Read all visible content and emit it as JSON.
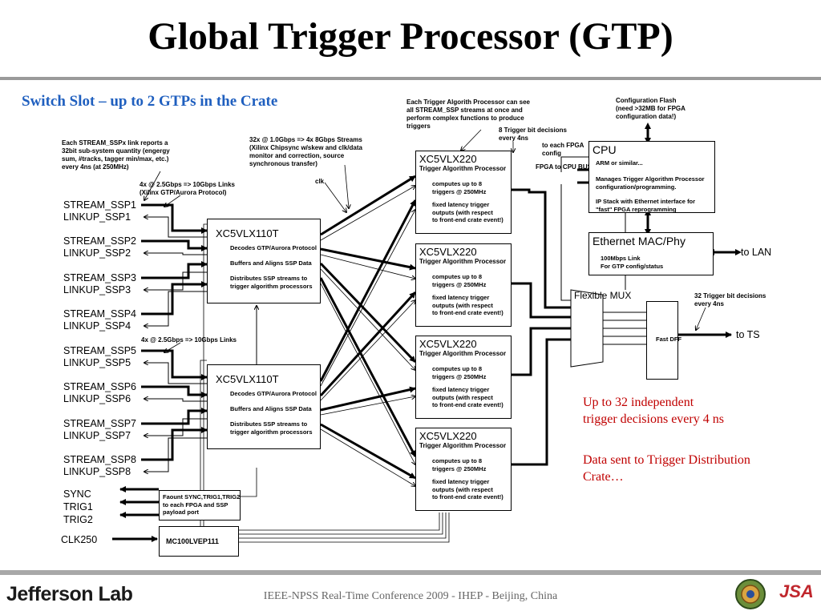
{
  "title": "Global Trigger Processor (GTP)",
  "subtitle": "Switch Slot – up to 2 GTPs in the Crate",
  "notes": {
    "stream_ssp": "Each STREAM_SSPx link reports a\n32bit sub-system quantity (engergy\nsum, #tracks, tagger min/max, etc.)\nevery 4ns (at 250MHz)",
    "links_top": "4x @ 2.5Gbps => 10Gbps Links\n(Xilinx GTP/Aurora Protocol)",
    "links_bottom": "4x @ 2.5Gbps => 10Gbps Links",
    "streams": "32x @ 1.0Gbps => 4x 8Gbps Streams\n(Xilinx Chipsync w/skew and clk/data\nmonitor and correction, source\nsynchronous transfer)",
    "clk": "clk",
    "algo": "Each Trigger Algorith Processor can see\nall STREAM_SSP streams at once and\nperform complex functions to produce\ntriggers",
    "bit8": "8 Trigger bit decisions\nevery 4ns",
    "to_fpga": "to each FPGA\nconfig",
    "fpga_cpu": "FPGA to CPU BUS",
    "flash": "Configuration Flash\n(need >32MB for FPGA\nconfiguration data!)",
    "bit32": "32 Trigger bit decisions\nevery 4ns"
  },
  "signals": {
    "ssp": [
      {
        "stream": "STREAM_SSP1",
        "linkup": "LINKUP_SSP1"
      },
      {
        "stream": "STREAM_SSP2",
        "linkup": "LINKUP_SSP2"
      },
      {
        "stream": "STREAM_SSP3",
        "linkup": "LINKUP_SSP3"
      },
      {
        "stream": "STREAM_SSP4",
        "linkup": "LINKUP_SSP4"
      },
      {
        "stream": "STREAM_SSP5",
        "linkup": "LINKUP_SSP5"
      },
      {
        "stream": "STREAM_SSP6",
        "linkup": "LINKUP_SSP6"
      },
      {
        "stream": "STREAM_SSP7",
        "linkup": "LINKUP_SSP7"
      },
      {
        "stream": "STREAM_SSP8",
        "linkup": "LINKUP_SSP8"
      }
    ],
    "sync": "SYNC",
    "trig1": "TRIG1",
    "trig2": "TRIG2",
    "clk250": "CLK250"
  },
  "fpga_in": {
    "name": "XC5VLX110T",
    "lines": [
      "Decodes GTP/Aurora Protocol",
      "Buffers and Aligns SSP Data",
      "Distributes SSP streams to\ntrigger algorithm processors"
    ]
  },
  "fpga_algo": {
    "name": "XC5VLX220",
    "sub": "Trigger Algorithm Processor",
    "lines": [
      "computes up to 8\ntriggers @ 250MHz",
      "fixed latency trigger\noutputs (with respect\nto front-end crate event!)"
    ]
  },
  "cpu": {
    "name": "CPU",
    "lines": [
      "ARM or similar...",
      "Manages Trigger Algorithm Processor\nconfiguration/programming.",
      "IP Stack with Ethernet interface for\n\"fast\" FPGA reprogramming"
    ]
  },
  "ethernet": {
    "name": "Ethernet MAC/Phy",
    "lines": "100Mbps Link\nFor GTP config/status",
    "to_lan": "to LAN"
  },
  "fanout": "Faount SYNC,TRIG1,TRIG2\nto each FPGA and SSP\npayload port",
  "mc": "MC100LVEP111",
  "mux": "Flexible MUX",
  "dff": "Fast DFF",
  "to_ts": "to TS",
  "red": {
    "line1": "Up to 32 independent",
    "line2": "trigger decisions every 4 ns",
    "line3": "Data sent to Trigger Distribution",
    "line4": "Crate…"
  },
  "footer": "IEEE-NPSS Real-Time Conference 2009 - IHEP - Beijing, China",
  "logos": {
    "left": "Jefferson Lab",
    "right": "JSA"
  },
  "colors": {
    "subtitle": "#1f5fbf",
    "red_text": "#c00000",
    "jsa": "#c0272d"
  }
}
